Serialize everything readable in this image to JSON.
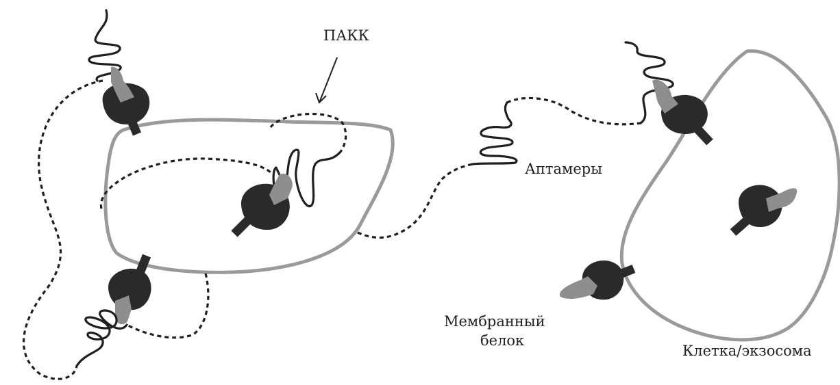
{
  "labels": {
    "pakk": "ПАКК",
    "aptamers": "Аптамеры",
    "membrane_protein_line1": "Мембранный",
    "membrane_protein_line2": "белок",
    "cell_exosome": "Клетка/экзосома"
  },
  "colors": {
    "membrane": "#9a9a9a",
    "receptor": "#2a2a2a",
    "binding_pocket": "#8e8e8e",
    "strand": "#1f1f1f"
  }
}
